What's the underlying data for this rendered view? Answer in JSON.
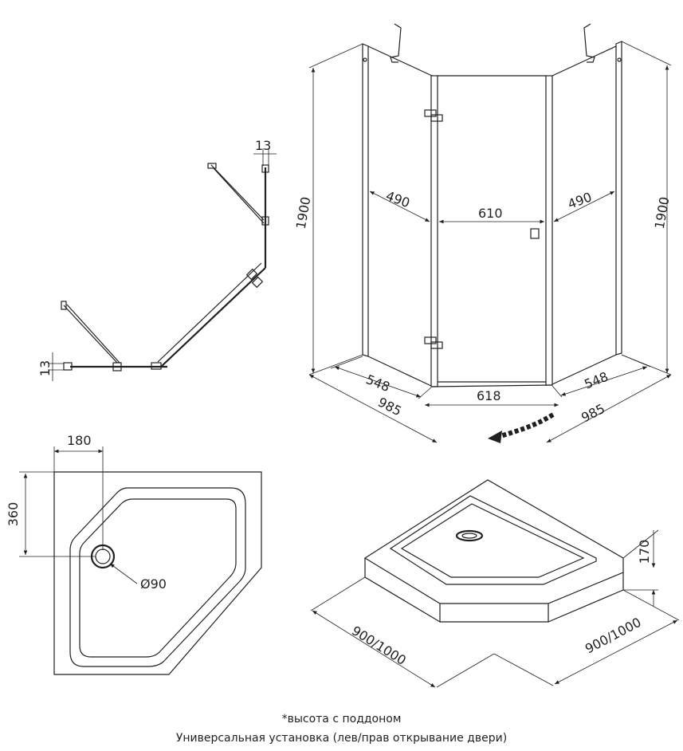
{
  "profile": {
    "d13_top": "13",
    "d13_left": "13"
  },
  "cabin": {
    "h_left": "1900",
    "h_right": "1900",
    "panel_left": "490",
    "door": "610",
    "panel_right": "490",
    "base_left": "548",
    "base_right": "548",
    "front": "618",
    "depth_left": "985",
    "depth_right": "985"
  },
  "tray_plan": {
    "offset_x": "180",
    "offset_y": "360",
    "drain": "Ø90"
  },
  "tray_3d": {
    "height": "170",
    "side_left": "900/1000",
    "side_right": "900/1000"
  },
  "notes": {
    "line1": "*высота с поддоном",
    "line2": "Универсальная установка (лев/прав открывание двери)"
  }
}
